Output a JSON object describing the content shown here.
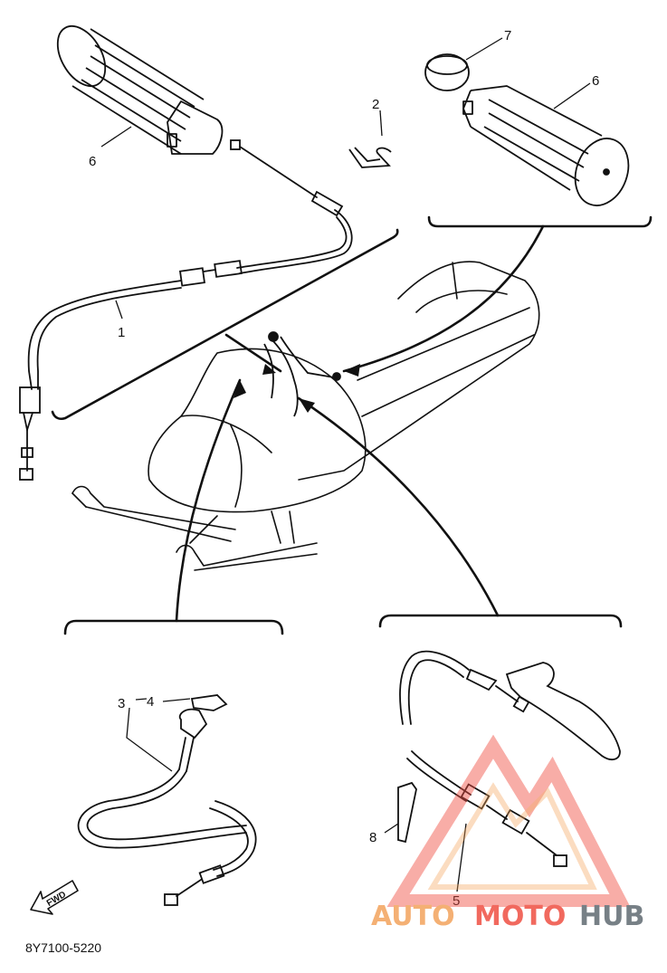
{
  "callouts": [
    {
      "id": "1",
      "text": "1"
    },
    {
      "id": "2",
      "text": "2"
    },
    {
      "id": "3",
      "text": "3"
    },
    {
      "id": "4",
      "text": "4"
    },
    {
      "id": "5",
      "text": "5"
    },
    {
      "id": "6a",
      "text": "6"
    },
    {
      "id": "6b",
      "text": "6"
    },
    {
      "id": "7",
      "text": "7"
    },
    {
      "id": "8",
      "text": "8"
    }
  ],
  "fwd_arrow": {
    "text": "FWD"
  },
  "part_code": "8Y7100-5220",
  "watermark": {
    "auto": "AUTO",
    "moto": "MOTO",
    "hub": "HUB"
  },
  "colors": {
    "line": "#111111",
    "watermark_red": "#ef4f43",
    "watermark_orange": "#f3a35c",
    "watermark_gray": "#606a72"
  }
}
